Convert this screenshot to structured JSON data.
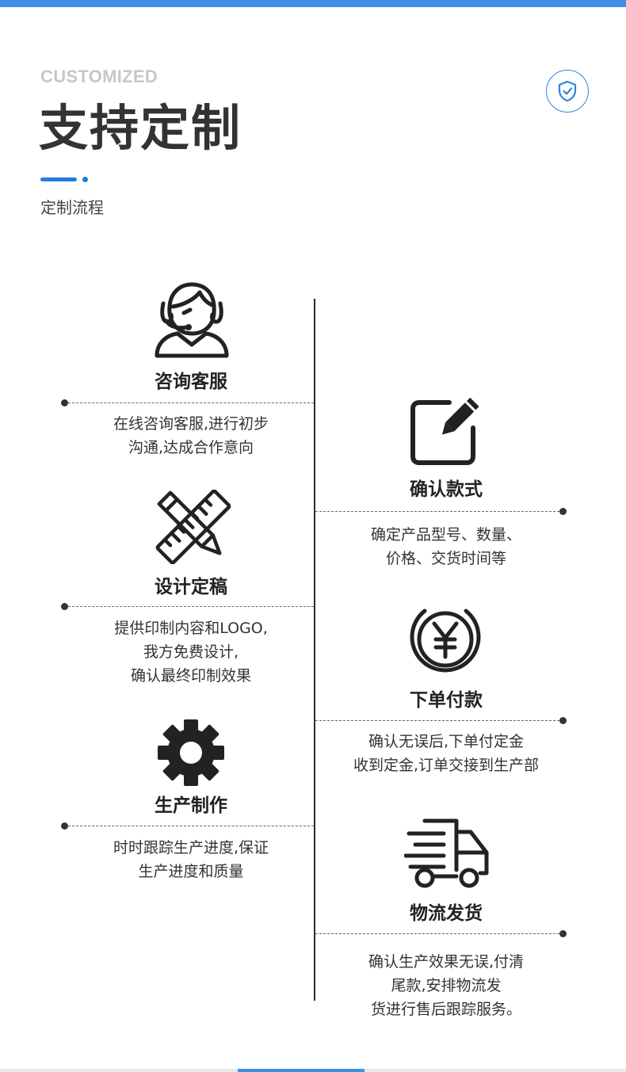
{
  "header": {
    "en_title": "CUSTOMIZED",
    "cn_title": "支持定制",
    "subtitle": "定制流程",
    "badge_icon": "shield-check-icon"
  },
  "colors": {
    "accent": "#1f7fe0",
    "top_bar": "#3f90e4",
    "text": "#333333"
  },
  "steps": [
    {
      "title": "咨询客服",
      "icon": "customer-service-headset-icon",
      "desc": [
        "在线咨询客服,进行初步",
        "沟通,达成合作意向"
      ]
    },
    {
      "title": "确认款式",
      "icon": "edit-pen-icon",
      "desc": [
        "确定产品型号、数量、",
        "价格、交货时间等"
      ]
    },
    {
      "title": "设计定稿",
      "icon": "ruler-pencil-icon",
      "desc": [
        "提供印制内容和LOGO,",
        "我方免费设计,",
        "确认最终印制效果"
      ]
    },
    {
      "title": "下单付款",
      "icon": "yen-coin-icon",
      "desc": [
        "确认无误后,下单付定金",
        "收到定金,订单交接到生产部"
      ]
    },
    {
      "title": "生产制作",
      "icon": "gear-icon",
      "desc": [
        "时时跟踪生产进度,保证",
        "生产进度和质量"
      ]
    },
    {
      "title": "物流发货",
      "icon": "delivery-truck-icon",
      "desc": [
        "确认生产效果无误,付清",
        "尾款,安排物流发",
        "货进行售后跟踪服务。"
      ]
    }
  ]
}
